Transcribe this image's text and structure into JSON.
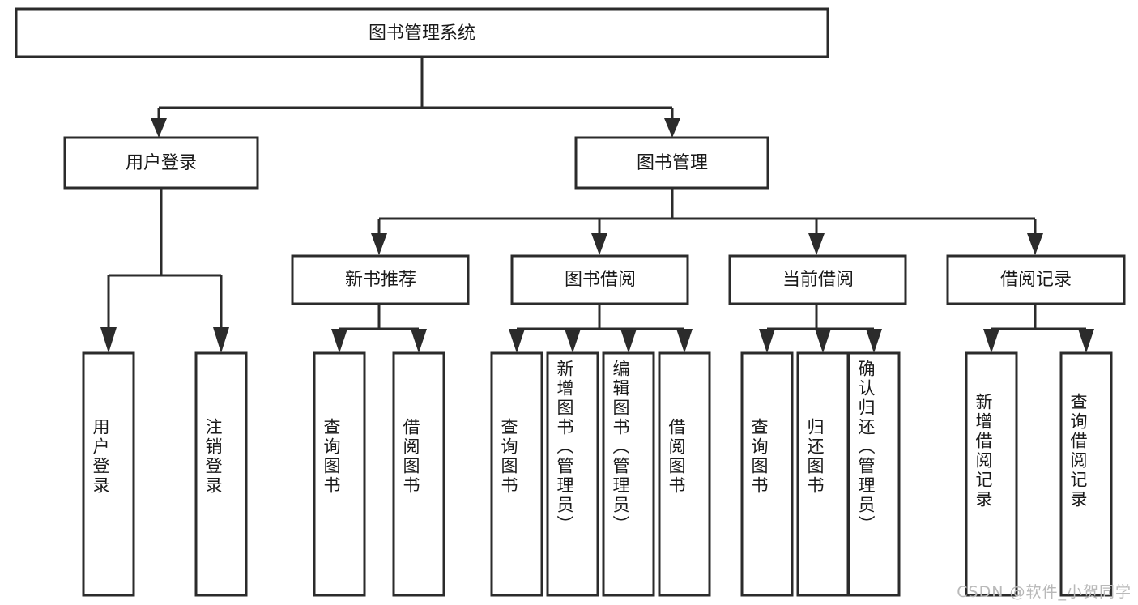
{
  "diagram": {
    "type": "tree",
    "title": "图书管理系统",
    "watermark": "CSDN @软件_小贺同学",
    "root": {
      "id": "root",
      "label": "图书管理系统"
    },
    "level2": [
      {
        "id": "user-login",
        "label": "用户登录"
      },
      {
        "id": "book-manage",
        "label": "图书管理"
      }
    ],
    "level3": [
      {
        "id": "new-book-recommend",
        "label": "新书推荐",
        "parent": "book-manage"
      },
      {
        "id": "book-borrow",
        "label": "图书借阅",
        "parent": "book-manage"
      },
      {
        "id": "current-borrow",
        "label": "当前借阅",
        "parent": "book-manage"
      },
      {
        "id": "borrow-record",
        "label": "借阅记录",
        "parent": "book-manage"
      }
    ],
    "leaves": [
      {
        "id": "leaf-user-login",
        "label": "用户登录",
        "parent": "user-login"
      },
      {
        "id": "leaf-logout-login",
        "label": "注销登录",
        "parent": "user-login"
      },
      {
        "id": "leaf-query-book-1",
        "label": "查询图书",
        "parent": "new-book-recommend"
      },
      {
        "id": "leaf-borrow-book-1",
        "label": "借阅图书",
        "parent": "new-book-recommend"
      },
      {
        "id": "leaf-query-book-2",
        "label": "查询图书",
        "parent": "book-borrow"
      },
      {
        "id": "leaf-add-book",
        "label": "新增图书（管理员）",
        "parent": "book-borrow"
      },
      {
        "id": "leaf-edit-book",
        "label": "编辑图书（管理员）",
        "parent": "book-borrow"
      },
      {
        "id": "leaf-borrow-book-2",
        "label": "借阅图书",
        "parent": "book-borrow"
      },
      {
        "id": "leaf-query-book-3",
        "label": "查询图书",
        "parent": "current-borrow"
      },
      {
        "id": "leaf-return-book",
        "label": "归还图书",
        "parent": "current-borrow"
      },
      {
        "id": "leaf-confirm-return",
        "label": "确认归还（管理员）",
        "parent": "current-borrow"
      },
      {
        "id": "leaf-add-record",
        "label": "新增借阅记录",
        "parent": "borrow-record"
      },
      {
        "id": "leaf-query-record",
        "label": "查询借阅记录",
        "parent": "borrow-record"
      }
    ],
    "colors": {
      "stroke": "#2b2b2b",
      "fill": "#ffffff",
      "text": "#1a1a1a",
      "watermark": "#b9b9b9"
    }
  }
}
